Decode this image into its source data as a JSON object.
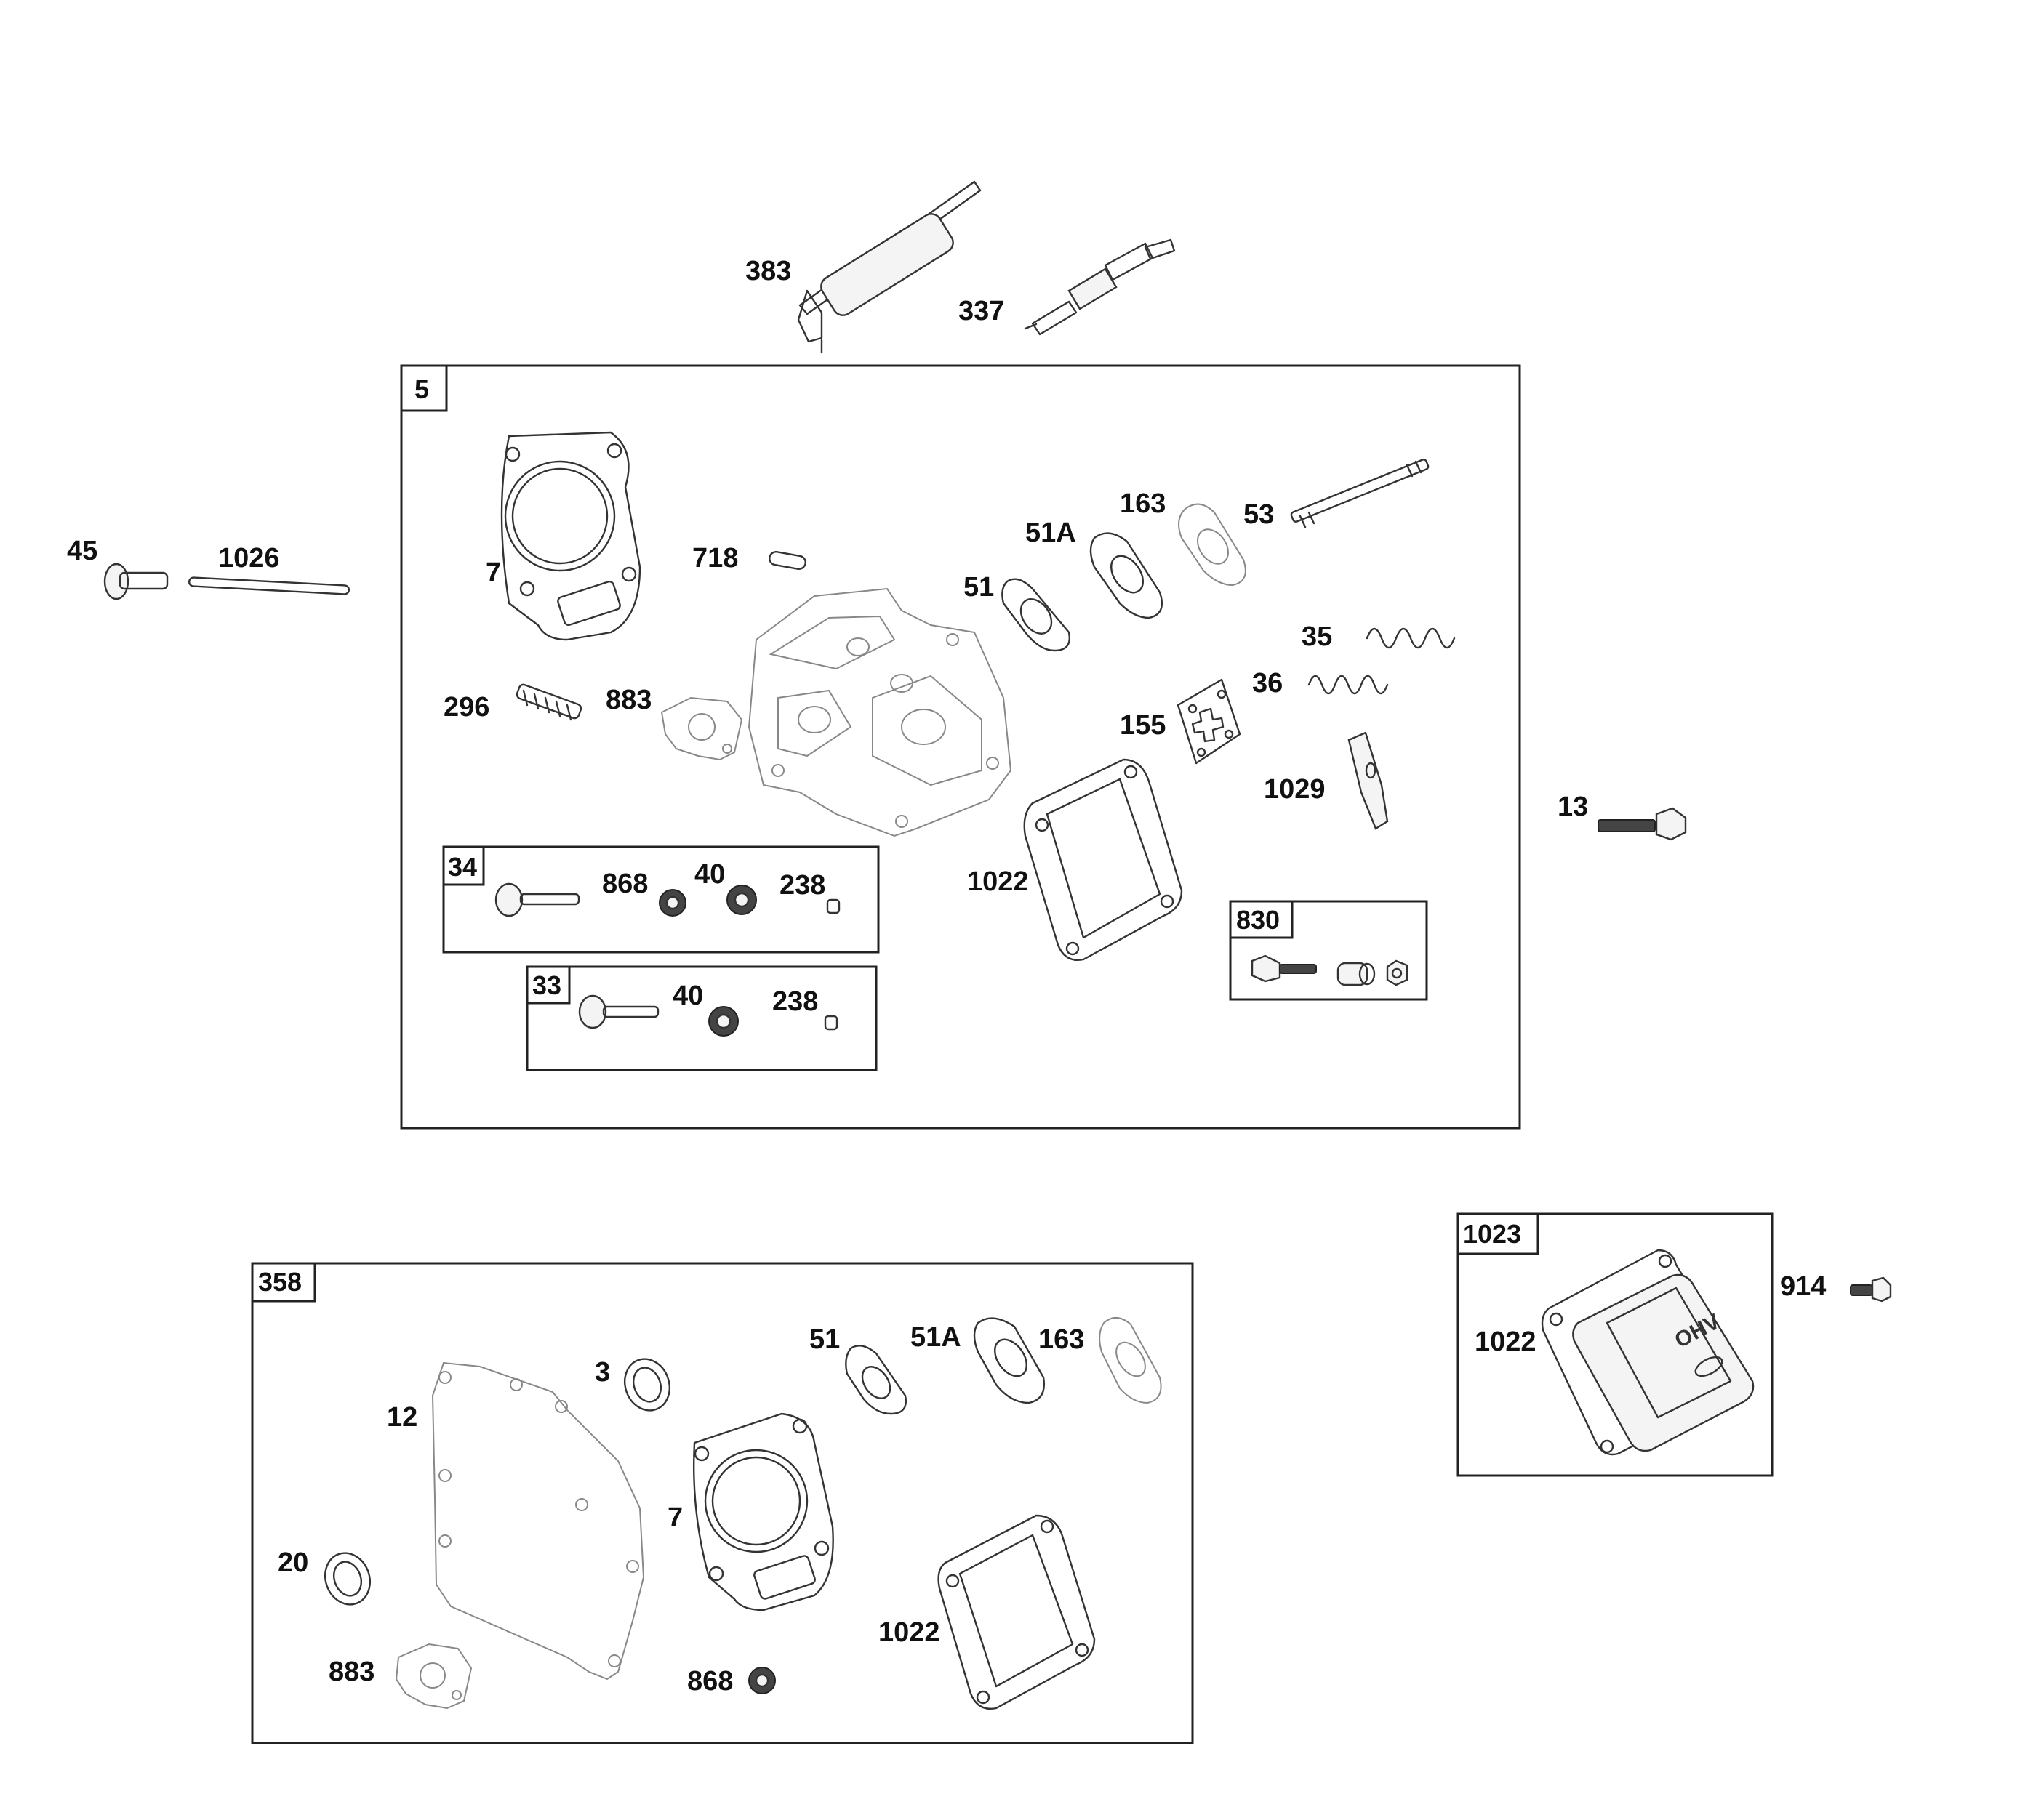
{
  "diagram": {
    "logo_text": "OHV",
    "callouts": {
      "c383": "383",
      "c337": "337",
      "c45": "45",
      "c1026": "1026",
      "c13": "13",
      "c914": "914",
      "c7": "7",
      "c718": "718",
      "c51": "51",
      "c51A": "51A",
      "c163": "163",
      "c53": "53",
      "c35": "35",
      "c36": "36",
      "c155": "155",
      "c1029": "1029",
      "c296": "296",
      "c883": "883",
      "c1022": "1022",
      "c868": "868",
      "c40": "40",
      "c238": "238",
      "c40b": "40",
      "c238b": "238",
      "g3": "3",
      "g12": "12",
      "g51": "51",
      "g51A": "51A",
      "g163": "163",
      "g7": "7",
      "g20": "20",
      "g883": "883",
      "g868": "868",
      "g1022": "1022",
      "v1022": "1022"
    },
    "boxes": {
      "b5": "5",
      "b34": "34",
      "b33": "33",
      "b830": "830",
      "b358": "358",
      "b1023": "1023"
    }
  }
}
